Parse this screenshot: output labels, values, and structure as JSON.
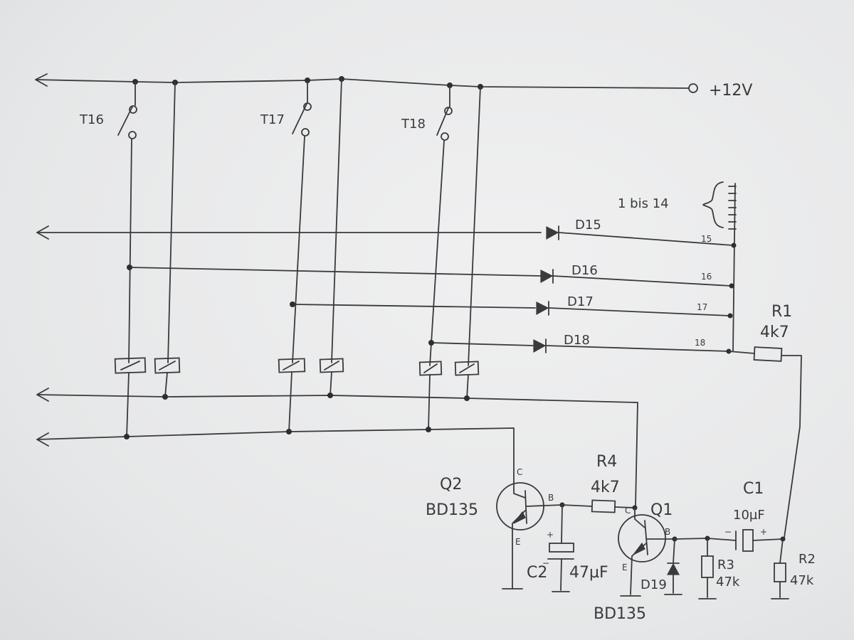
{
  "supply": {
    "label": "+12V"
  },
  "switches": [
    {
      "label": "T16"
    },
    {
      "label": "T17"
    },
    {
      "label": "T18"
    }
  ],
  "connector": {
    "range_label": "1 bis 14",
    "pins": [
      "15",
      "16",
      "17",
      "18"
    ]
  },
  "diodes": [
    {
      "label": "D15"
    },
    {
      "label": "D16"
    },
    {
      "label": "D17"
    },
    {
      "label": "D18"
    },
    {
      "label": "D19"
    }
  ],
  "resistors": [
    {
      "label": "R1",
      "value": "4k7"
    },
    {
      "label": "R2",
      "value": "47k"
    },
    {
      "label": "R3",
      "value": "47k"
    },
    {
      "label": "R4",
      "value": "4k7"
    }
  ],
  "capacitors": [
    {
      "label": "C1",
      "value": "10µF"
    },
    {
      "label": "C2",
      "value": "47µF"
    }
  ],
  "transistors": [
    {
      "label": "Q1",
      "type": "BD135"
    },
    {
      "label": "Q2",
      "type": "BD135"
    }
  ],
  "pin_letters": {
    "collector": "C",
    "base": "B",
    "emitter": "E"
  },
  "polarity": {
    "plus": "+",
    "minus": "−"
  }
}
